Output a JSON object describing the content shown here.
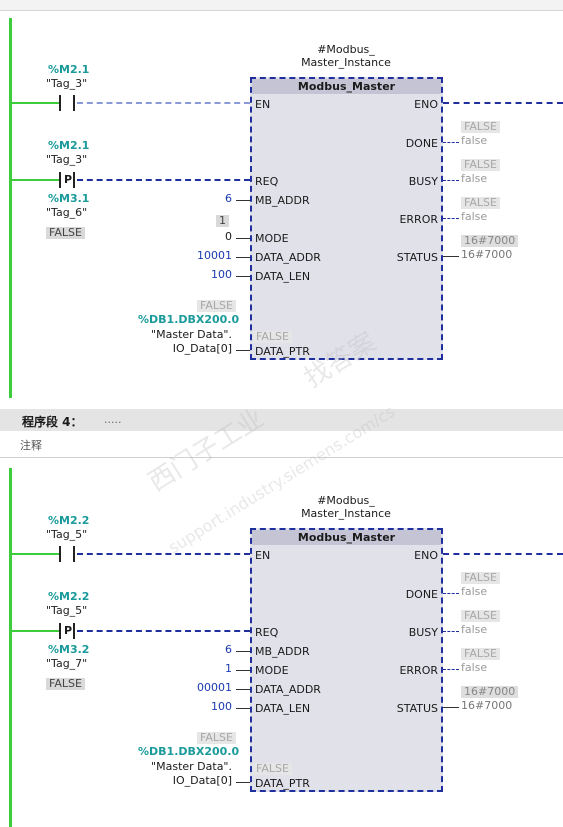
{
  "network3": {
    "instance_line1": "#Modbus_",
    "instance_line2": "Master_Instance",
    "block_title": "Modbus_Master",
    "en_contact": {
      "addr": "%M2.1",
      "tag": "\"Tag_3\""
    },
    "req_contact": {
      "addr": "%M2.1",
      "tag": "\"Tag_3\"",
      "type_label": "P"
    },
    "req_edge_bit": {
      "addr": "%M3.1",
      "tag": "\"Tag_6\"",
      "value": "FALSE"
    },
    "inputs": {
      "en": "EN",
      "req": "REQ",
      "mb_addr_label": "MB_ADDR",
      "mb_addr_value": "6",
      "mode_label": "MODE",
      "mode_value": "0",
      "mode_monitor": "1",
      "data_addr_label": "DATA_ADDR",
      "data_addr_value": "10001",
      "data_len_label": "DATA_LEN",
      "data_len_value": "100",
      "data_ptr_label": "DATA_PTR",
      "data_ptr_monitor": "FALSE",
      "data_ptr_inner_monitor": "FALSE",
      "data_ptr_addr": "%DB1.DBX200.0",
      "data_ptr_tag1": "\"Master Data\".",
      "data_ptr_tag2": "IO_Data[0]"
    },
    "outputs": {
      "eno": "ENO",
      "done": "DONE",
      "done_value": "false",
      "done_monitor": "FALSE",
      "busy": "BUSY",
      "busy_value": "false",
      "busy_monitor": "FALSE",
      "error": "ERROR",
      "error_value": "false",
      "error_monitor": "FALSE",
      "status": "STATUS",
      "status_value": "16#7000",
      "status_monitor": "16#7000"
    }
  },
  "network4": {
    "header": "程序段 4：",
    "header_dots": ".....",
    "comment": "注释",
    "instance_line1": "#Modbus_",
    "instance_line2": "Master_Instance",
    "block_title": "Modbus_Master",
    "en_contact": {
      "addr": "%M2.2",
      "tag": "\"Tag_5\""
    },
    "req_contact": {
      "addr": "%M2.2",
      "tag": "\"Tag_5\"",
      "type_label": "P"
    },
    "req_edge_bit": {
      "addr": "%M3.2",
      "tag": "\"Tag_7\"",
      "value": "FALSE"
    },
    "inputs": {
      "en": "EN",
      "req": "REQ",
      "mb_addr_label": "MB_ADDR",
      "mb_addr_value": "6",
      "mode_label": "MODE",
      "mode_value": "1",
      "data_addr_label": "DATA_ADDR",
      "data_addr_value": "00001",
      "data_len_label": "DATA_LEN",
      "data_len_value": "100",
      "data_ptr_label": "DATA_PTR",
      "data_ptr_monitor": "FALSE",
      "data_ptr_inner_monitor": "FALSE",
      "data_ptr_addr": "%DB1.DBX200.0",
      "data_ptr_tag1": "\"Master Data\".",
      "data_ptr_tag2": "IO_Data[0]"
    },
    "outputs": {
      "eno": "ENO",
      "done": "DONE",
      "done_value": "false",
      "done_monitor": "FALSE",
      "busy": "BUSY",
      "busy_value": "false",
      "busy_monitor": "FALSE",
      "error": "ERROR",
      "error_value": "false",
      "error_monitor": "FALSE",
      "status": "STATUS",
      "status_value": "16#7000",
      "status_monitor": "16#7000"
    }
  },
  "watermark": {
    "line1": "西门子工业",
    "line2": "support.industry.siemens.com/cs",
    "line3": "找答案"
  },
  "colors": {
    "power_rail": "#3ccc3c",
    "dashed_wire": "#1f2f9e",
    "address_text": "#1a9a9a",
    "block_fill": "#e1e1ea"
  }
}
